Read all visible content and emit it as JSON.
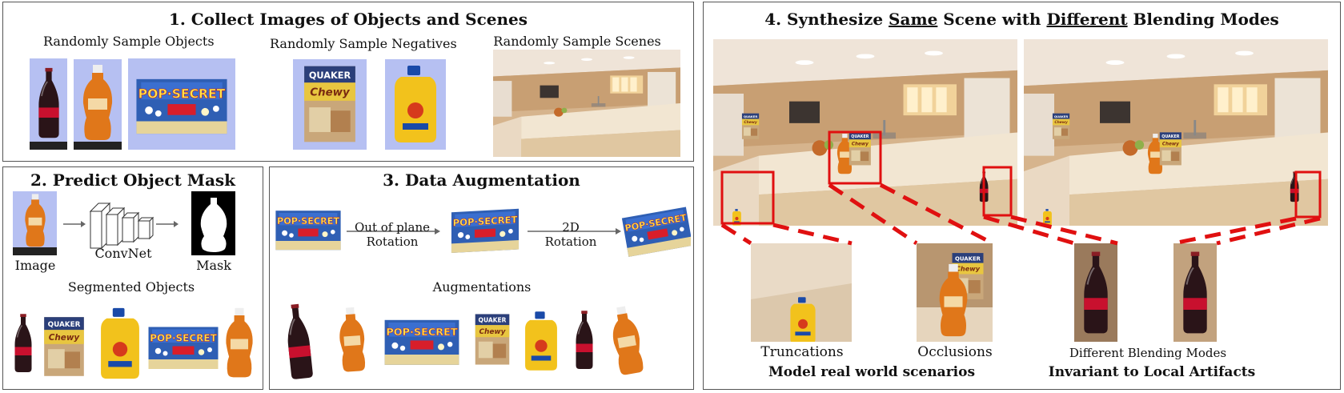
{
  "panel1": {
    "title": "1. Collect Images of Objects and Scenes",
    "objects_label": "Randomly Sample Objects",
    "negatives_label": "Randomly Sample Negatives",
    "scenes_label": "Randomly Sample Scenes",
    "popcorn_brand": "POP·SECRET",
    "cereal_brand": "QUAKER",
    "cereal_name": "Chewy"
  },
  "panel2": {
    "title": "2. Predict Object Mask",
    "image_label": "Image",
    "network_label": "ConvNet",
    "mask_label": "Mask",
    "segmented_label": "Segmented Objects"
  },
  "panel3": {
    "title": "3. Data Augmentation",
    "step1_line1": "Out of plane",
    "step1_line2": "Rotation",
    "step2_line1": "2D",
    "step2_line2": "Rotation",
    "augmentations_label": "Augmentations"
  },
  "panel4": {
    "title_pre": "4. Synthesize ",
    "title_same": "Same",
    "title_mid": " Scene with ",
    "title_different": "Different",
    "title_post": " Blending Modes",
    "truncations_label": "Truncations",
    "occlusions_label": "Occlusions",
    "blending_label": "Different Blending Modes",
    "real_world_label": "Model real world scenarios",
    "invariant_label": "Invariant to Local Artifacts"
  },
  "colors": {
    "highlight_red": "#e01010",
    "photo_bg_blue": "#b6c0f2",
    "kitchen_warm": "#d9b58c"
  }
}
